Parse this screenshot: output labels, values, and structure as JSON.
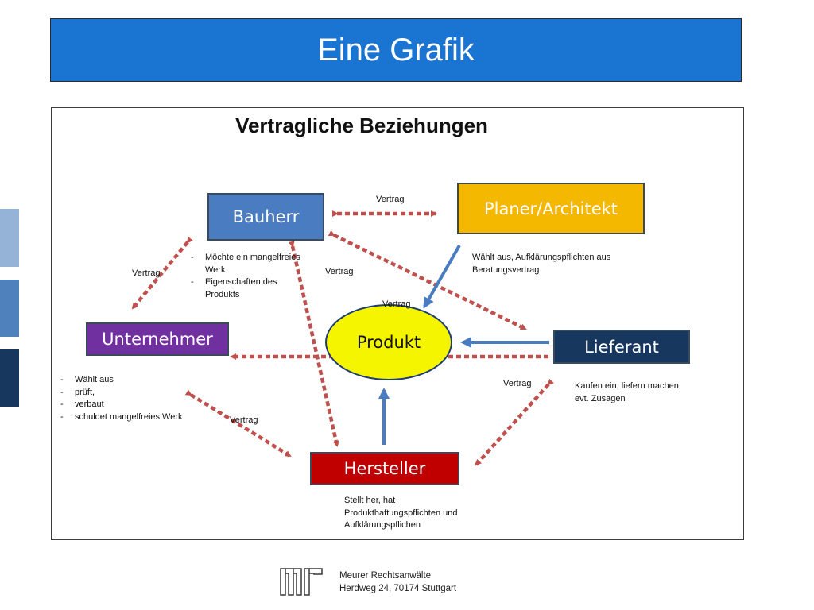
{
  "slide": {
    "title": "Eine Grafik"
  },
  "diagram": {
    "title": "Vertragliche Beziehungen",
    "nodes": {
      "bauherr": "Bauherr",
      "planer": "Planer/Architekt",
      "unternehmer": "Unternehmer",
      "produkt": "Produkt",
      "lieferant": "Lieferant",
      "hersteller": "Hersteller"
    },
    "contract_label": "Vertrag",
    "notes": {
      "bauherr": [
        "Möchte ein mangelfreies Werk",
        "Eigenschaften des Produkts"
      ],
      "planer": "Wählt aus, Aufklärungspflichten aus Beratungsvertrag",
      "unternehmer": [
        "Wählt aus",
        "prüft,",
        "verbaut",
        "schuldet mangelfreies Werk"
      ],
      "lieferant": "Kaufen ein, liefern machen evt. Zusagen",
      "hersteller": "Stellt her, hat Produkthaftungspflichten und Aufklärungspflichen"
    }
  },
  "footer": {
    "logo": "mr",
    "firm": "Meurer Rechtsanwälte",
    "address": "Herdweg 24, 70174 Stuttgart"
  },
  "colors": {
    "title_bar": "#1a74d1",
    "bauherr": "#4a7cc2",
    "planer": "#f5b800",
    "unternehmer": "#7030a0",
    "produkt": "#f5f500",
    "lieferant": "#17375e",
    "hersteller": "#c00000",
    "contract_arrow": "#c0504d",
    "flow_arrow": "#4a7cc2",
    "side_tabs": [
      "#95b3d7",
      "#4f81bd",
      "#17375e"
    ]
  }
}
